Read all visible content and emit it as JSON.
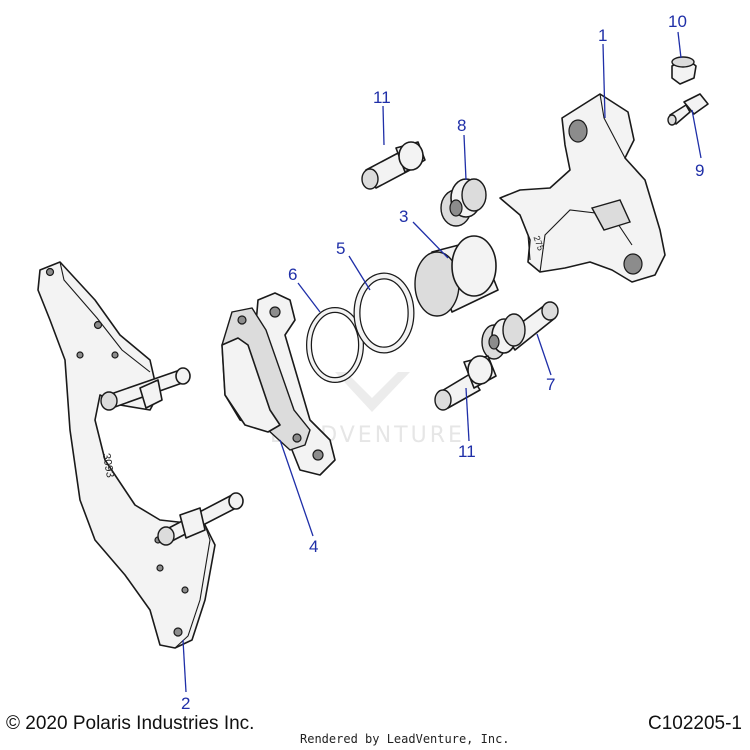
{
  "labels": {
    "l1": "1",
    "l2": "2",
    "l3": "3",
    "l4": "4",
    "l5": "5",
    "l6": "6",
    "l7": "7",
    "l8": "8",
    "l9": "9",
    "l10": "10",
    "l11a": "11",
    "l11b": "11"
  },
  "stamps": {
    "bracket": "3093",
    "caliper": "275"
  },
  "watermark": "LEADVENTURE",
  "footer": {
    "copyright": "© 2020 Polaris Industries Inc.",
    "rendered": "Rendered by LeadVenture, Inc.",
    "drawing_number": "C102205-1"
  },
  "colors": {
    "callout": "#1f2fa8",
    "line": "#1a1a1a",
    "part_fill": "#f3f3f3"
  }
}
